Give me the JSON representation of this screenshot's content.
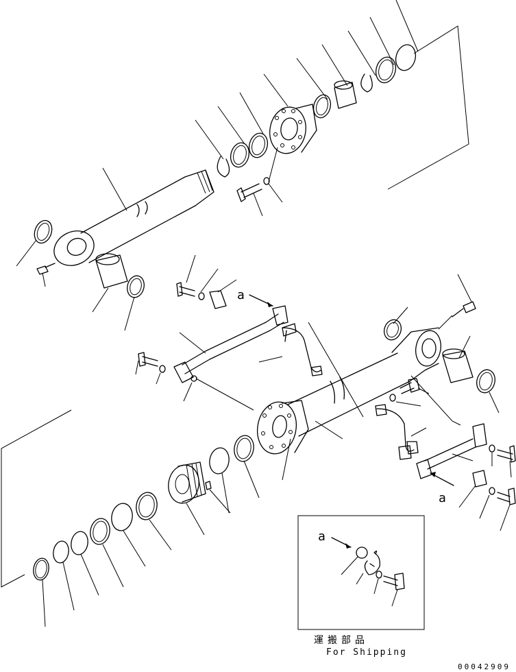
{
  "view_marker": "a",
  "inset": {
    "japanese_label": "運搬部品",
    "english_label": "For Shipping"
  },
  "drawing_code": "00042909"
}
